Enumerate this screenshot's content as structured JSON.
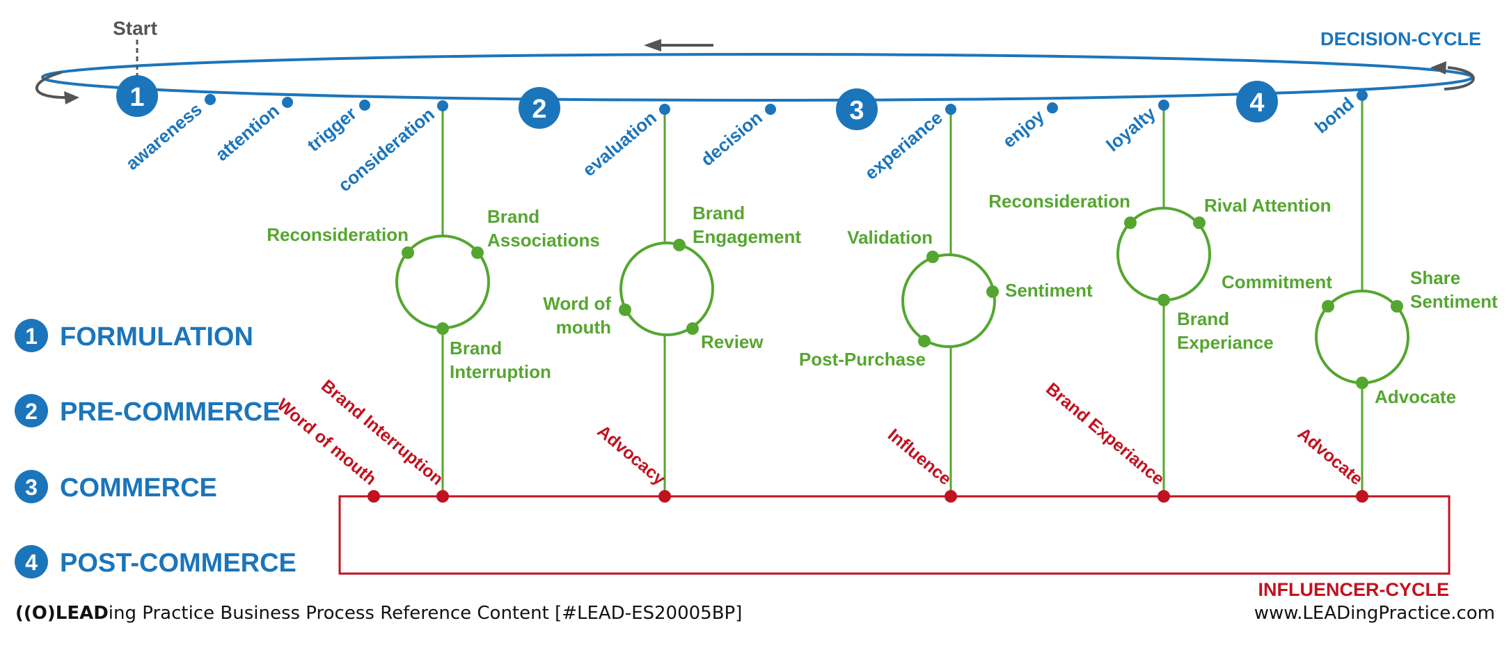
{
  "start_label": "Start",
  "decision_cycle_label": "DECISION-CYCLE",
  "influencer_cycle_label": "INFLUENCER-CYCLE",
  "phase_numbers": [
    "1",
    "2",
    "3",
    "4"
  ],
  "decision_steps": [
    "awareness",
    "attention",
    "trigger",
    "consideration",
    "evaluation",
    "decision",
    "experiance",
    "enjoy",
    "loyalty",
    "bond"
  ],
  "green_labels": [
    "Reconsideration",
    "Brand",
    "Associations",
    "Brand",
    "Interruption",
    "Brand",
    "Engagement",
    "Word of",
    "mouth",
    "Review",
    "Validation",
    "Sentiment",
    "Post-Purchase",
    "Reconsideration",
    "Rival Attention",
    "Commitment",
    "Brand",
    "Experiance",
    "Share",
    "Sentiment",
    "Advocate"
  ],
  "influencer_labels": [
    "Word of mouth",
    "Brand Interruption",
    "Advocacy",
    "Influence",
    "Brand Experiance",
    "Advocate"
  ],
  "legend": [
    {
      "num": "1",
      "label": "FORMULATION"
    },
    {
      "num": "2",
      "label": "PRE-COMMERCE"
    },
    {
      "num": "3",
      "label": "COMMERCE"
    },
    {
      "num": "4",
      "label": "POST-COMMERCE"
    }
  ],
  "footer": {
    "logo": "((O)LEAD",
    "left": "ing Practice Business Process Reference Content [#LEAD-ES20005BP]",
    "right": "www.LEADingPractice.com"
  },
  "colors": {
    "blue": "#1b75bb",
    "green": "#55a630",
    "red": "#c1121f"
  }
}
